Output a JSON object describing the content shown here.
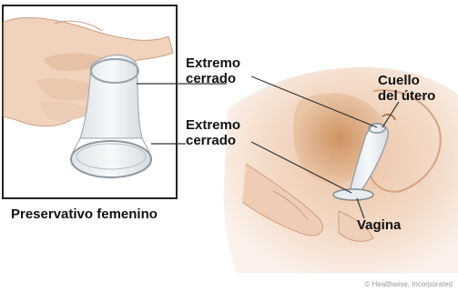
{
  "labels": {
    "closed_end_top": [
      "Extremo",
      "cerrado"
    ],
    "closed_end_bottom": [
      "Extremo",
      "cerrado"
    ],
    "cervix": [
      "Cuello",
      "del útero"
    ],
    "vagina": "Vagina"
  },
  "caption": "Preservativo femenino",
  "credit": "© Healthwise, Incorporated",
  "colors": {
    "frame": "#222222",
    "skin": "#f1d2ba",
    "skin_shadow": "#d9a88a",
    "inner_tissue": "#e2a879",
    "condom": "#e8ecef",
    "leader_line": "#333333"
  }
}
